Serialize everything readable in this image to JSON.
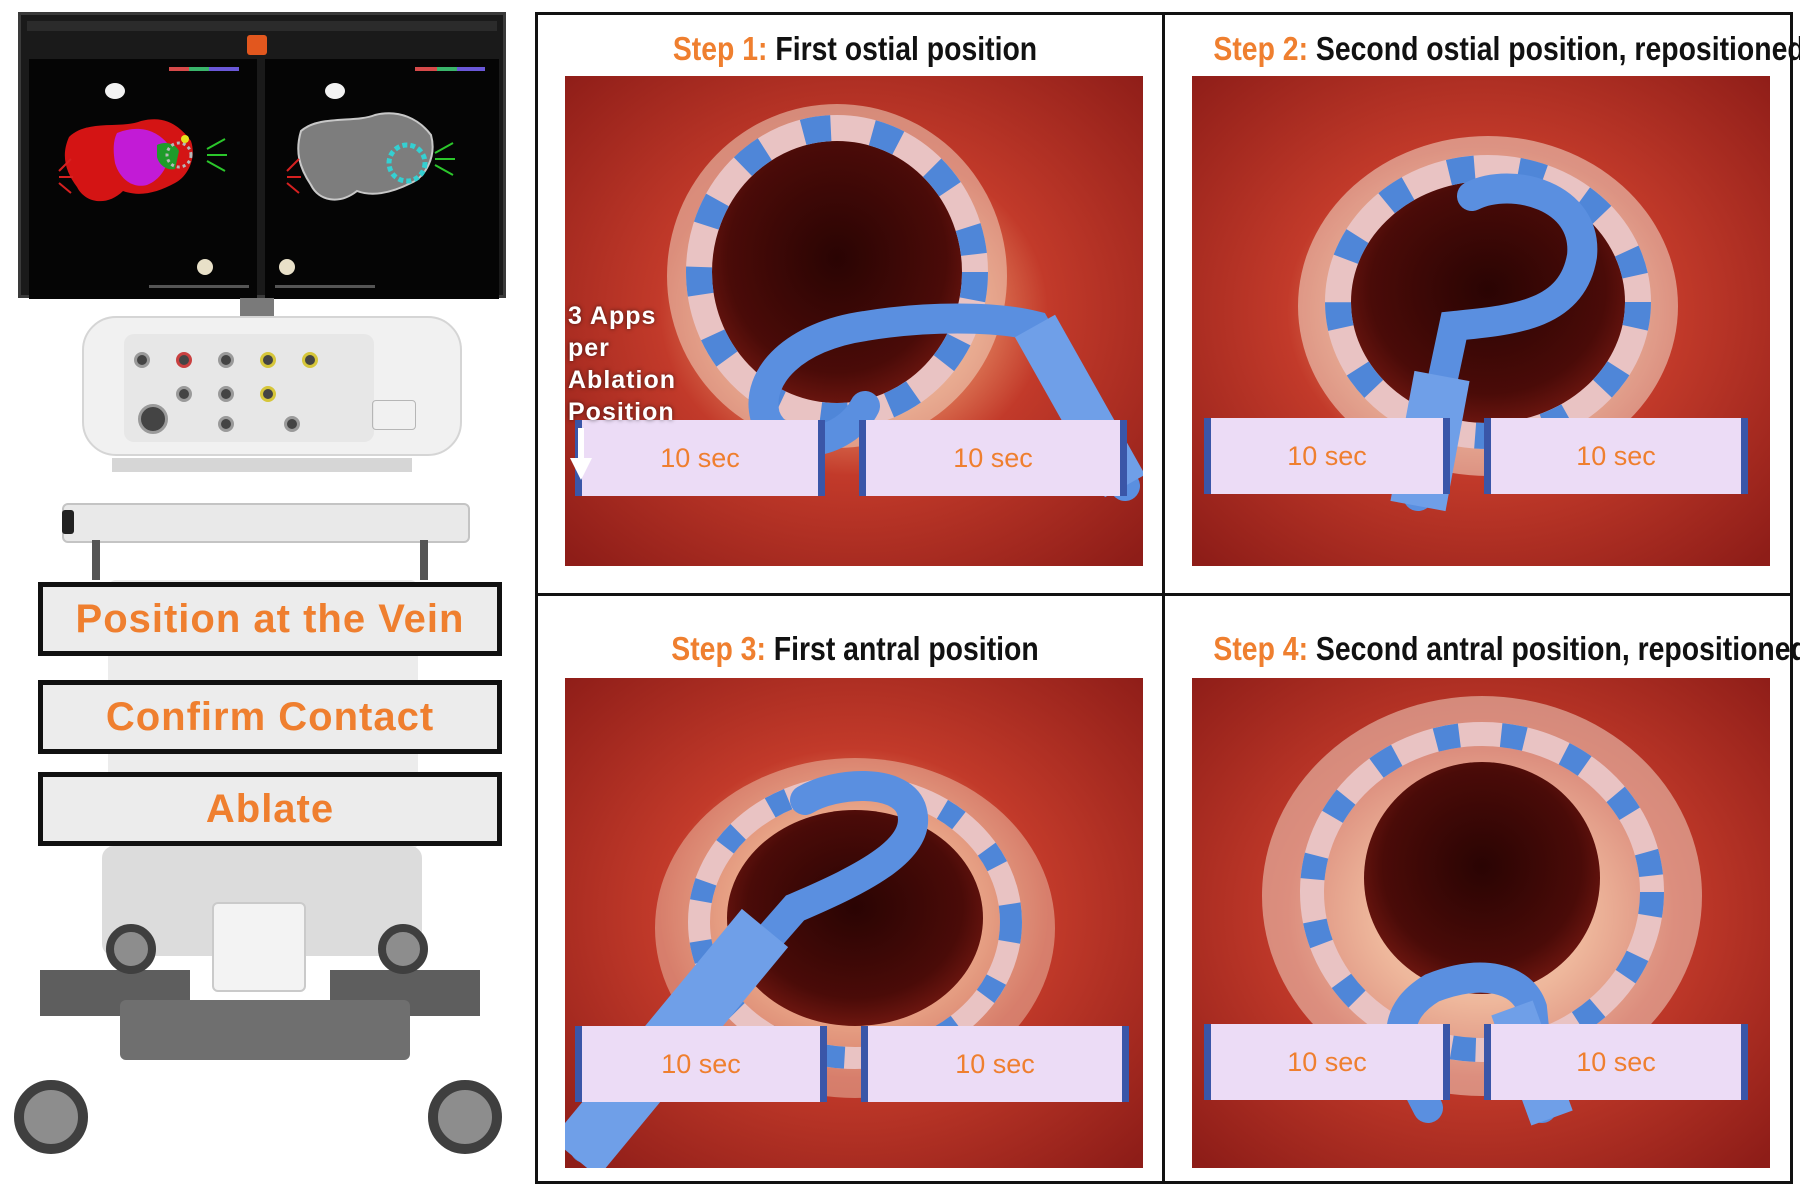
{
  "workflow": {
    "position_label": "Position at the Vein",
    "contact_label": "Confirm Contact",
    "ablate_label": "Ablate"
  },
  "note": {
    "line1": "3 Apps",
    "line2": "per",
    "line3": "Ablation",
    "line4": "Position"
  },
  "steps": [
    {
      "step_label": "Step 1:",
      "title": "First ostial position",
      "timers": [
        "10 sec",
        "10 sec"
      ]
    },
    {
      "step_label": "Step 2:",
      "title": "Second ostial position, repositioned",
      "timers": [
        "10 sec",
        "10 sec"
      ]
    },
    {
      "step_label": "Step 3:",
      "title": "First antral position",
      "timers": [
        "10 sec",
        "10 sec"
      ]
    },
    {
      "step_label": "Step 4:",
      "title": "Second antral position, repositioned",
      "timers": [
        "10 sec",
        "10 sec"
      ]
    }
  ],
  "colors": {
    "accent_orange": "#ef7f2f",
    "timer_fill": "#ecdcf6",
    "timer_edge": "#3a56a8",
    "tissue_red": "#a0221c",
    "catheter_blue": "#5a8fe0"
  }
}
